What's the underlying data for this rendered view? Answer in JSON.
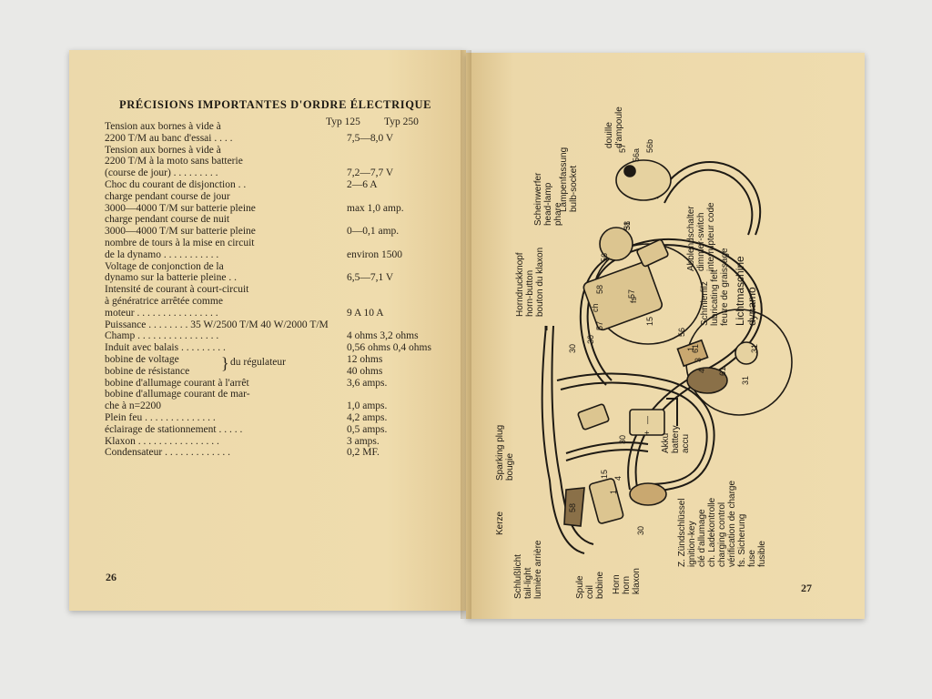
{
  "left_page": {
    "title": "PRÉCISIONS IMPORTANTES D'ORDRE ÉLECTRIQUE",
    "col_headers": [
      "Typ 125",
      "Typ 250"
    ],
    "rows": [
      {
        "label": "Tension aux bornes à vide à",
        "value": ""
      },
      {
        "label": "    2200 T/M au banc d'essai . . . .",
        "value": "7,5—8,0  V"
      },
      {
        "label": "Tension aux bornes à vide à",
        "value": ""
      },
      {
        "label": "    2200 T/M à la moto sans batterie",
        "value": ""
      },
      {
        "label": "    (course de jour) . . . . . . . . .",
        "value": "7,2—7,7  V"
      },
      {
        "label": "Choc du courant de disjonction . .",
        "value": "2—6  A"
      },
      {
        "label": "charge   pendant   course   de  jour",
        "value": ""
      },
      {
        "label": "    3000—4000 T/M sur batterie pleine",
        "value": "max 1,0  amp."
      },
      {
        "label": "charge   pendant   course   de  nuit",
        "value": ""
      },
      {
        "label": "    3000—4000 T/M sur batterie pleine",
        "value": "0—0,1  amp."
      },
      {
        "label": "nombre de tours à la mise en circuit",
        "value": ""
      },
      {
        "label": "    de la dynamo . . . . . . . . . . .",
        "value": "environ  1500"
      },
      {
        "label": "Voltage    de    conjonction    de    la",
        "value": ""
      },
      {
        "label": "    dynamo sur la batterie pleine . .",
        "value": "6,5—7,1  V"
      },
      {
        "label": "Intensité de courant à court-circuit",
        "value": ""
      },
      {
        "label": "    à génératrice arrêtée comme",
        "value": ""
      },
      {
        "label": "    moteur . . . . . . . . . . . . . . . .",
        "value": "9  A                 10  A"
      },
      {
        "label": "Puissance  . . . . . . . .  35 W/2500  T/M   40 W/2000  T/M",
        "value": ""
      },
      {
        "label": "Champ . . . . . . . . . . . . . . . .",
        "value": "4  ohms      3,2  ohms"
      },
      {
        "label": "Induit avec balais . . . . . . . . .",
        "value": "0,56  ohms      0,4  ohms"
      },
      {
        "label": "bobine de voltage",
        "value": "12  ohms"
      },
      {
        "label": "bobine de résistance",
        "value": "40  ohms"
      },
      {
        "label": "bobine d'allumage courant à l'arrêt",
        "value": "3,6  amps."
      },
      {
        "label": "bobine   d'allumage   courant   de  mar-",
        "value": ""
      },
      {
        "label": "                           che à n=2200",
        "value": "1,0  amps."
      },
      {
        "label": "Plein feu  . . . . . . . . . . . . . .",
        "value": "4,2  amps."
      },
      {
        "label": "éclairage de stationnement . . . . .",
        "value": "0,5  amps."
      },
      {
        "label": "Klaxon  . . . . . . . . . . . . . . . .",
        "value": "3  amps."
      },
      {
        "label": "Condensateur  . . . . . . . . . . . . .",
        "value": "0,2  MF."
      }
    ],
    "brace_label": "du régulateur",
    "page_number": "26"
  },
  "right_page": {
    "page_number": "27",
    "labels": {
      "horn_button": [
        "Horndruckknopf",
        "horn-button",
        "bouton du klaxon"
      ],
      "headlamp": [
        "Scheinwerfer",
        "head-lamp",
        "phare"
      ],
      "bulb_socket": [
        "Lampenfassung",
        "bulb-socket",
        "douille",
        "d'ampoule"
      ],
      "dimmer": [
        "Abblendschalter",
        "dimmer-switch",
        "interrupteur code"
      ],
      "lubricating": [
        "Schmierfilz",
        "lubricating felt",
        "feutre de graissage"
      ],
      "dynamo": [
        "Lichtmaschine",
        "dynamo"
      ],
      "sparking": [
        "Sparking plug",
        "bougie"
      ],
      "kerze": "Kerze",
      "tail": [
        "Schlußlicht",
        "tail-light",
        "lumière arrière"
      ],
      "coil": [
        "Spule",
        "coil",
        "bobine"
      ],
      "horn": [
        "Horn",
        "horn",
        "klaxon"
      ],
      "battery": [
        "Akku",
        "battery",
        "accu"
      ],
      "legend": [
        "Z. Zündschlüssel",
        "ignition-key",
        "clé d'allumage",
        "ch. Ladekontrolle",
        "charging control",
        "vérification de charge",
        "fs. Sicherung",
        "fuse",
        "fusible"
      ],
      "terminals": [
        "30",
        "58",
        "56",
        "31",
        "57",
        "56b",
        "56a",
        "57",
        "58",
        "ch",
        "30",
        "57",
        "fs",
        "15",
        "61",
        "56",
        "1",
        "3",
        "4",
        "61",
        "31",
        "31",
        "30",
        "15",
        "4",
        "1",
        "58",
        "30",
        "+",
        "—"
      ]
    }
  }
}
